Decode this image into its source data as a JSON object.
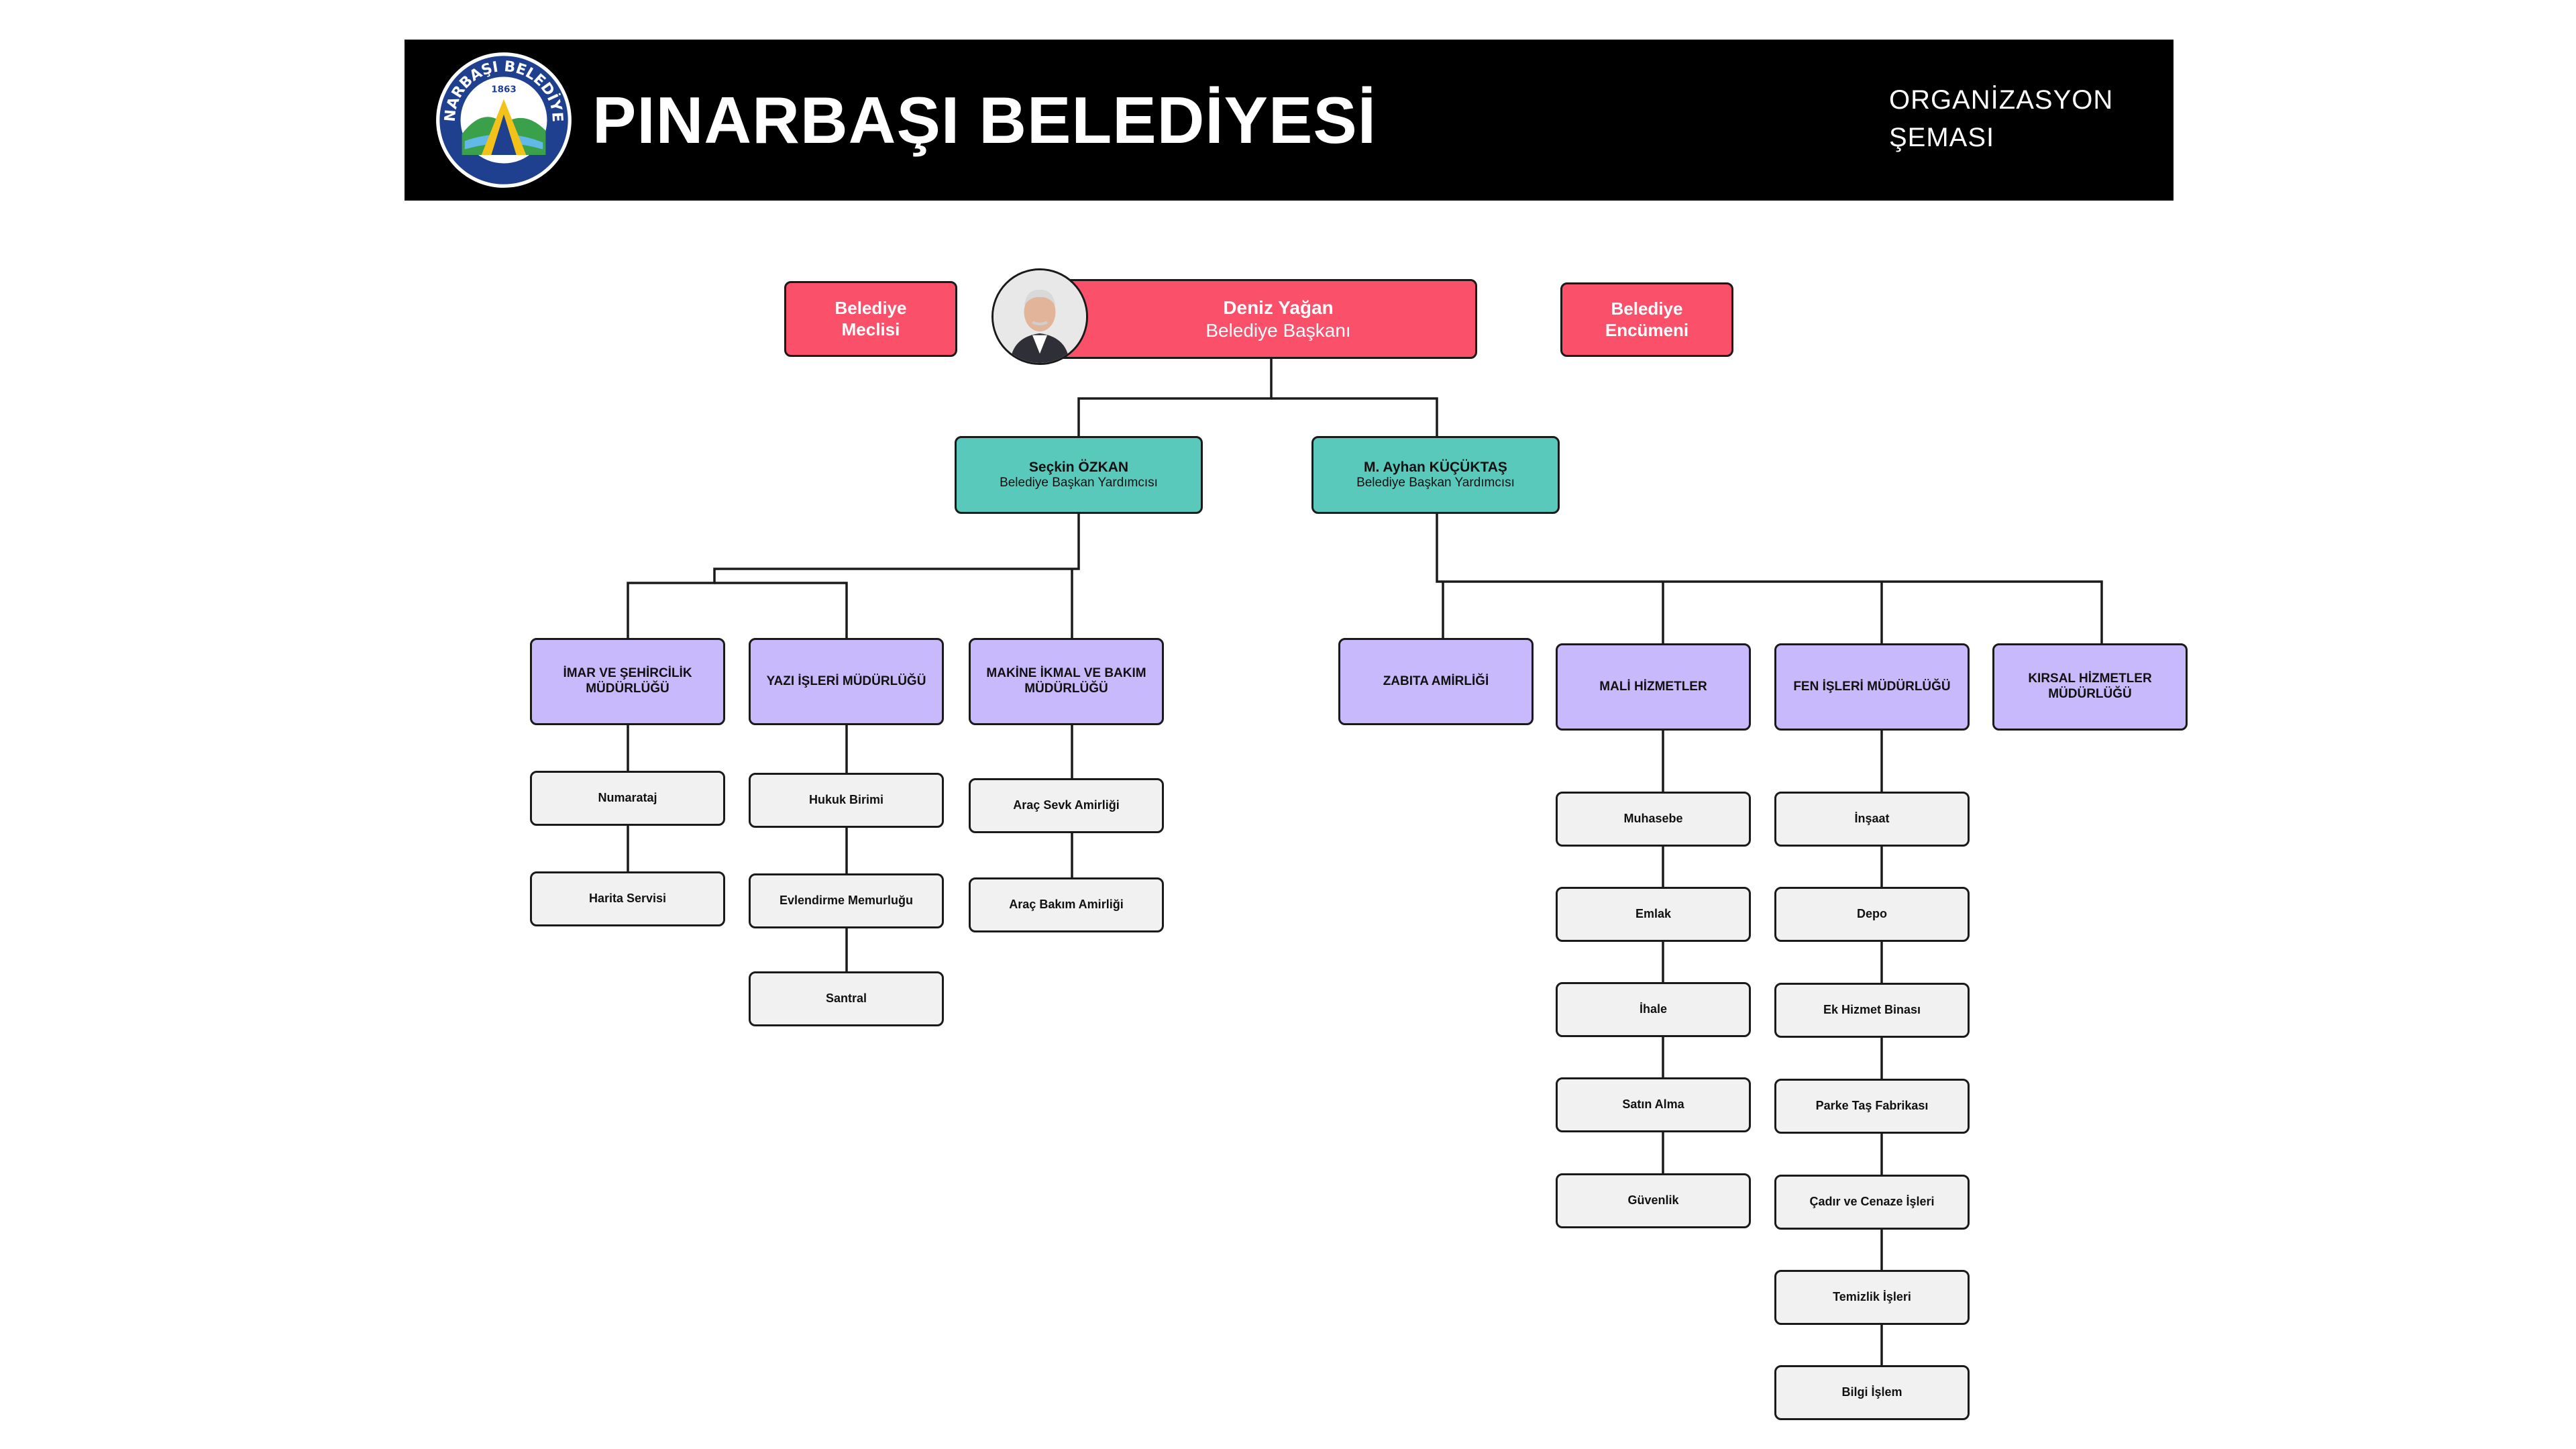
{
  "header": {
    "logo_text": "PINARBAŞI BELEDİYESİ",
    "logo_year": "1863",
    "title": "PINARBAŞI BELEDİYESİ",
    "chart_title_line1": "ORGANİZASYON",
    "chart_title_line2": "ŞEMASI"
  },
  "colors": {
    "header_bg": "#000000",
    "mayor_red": "#fb5069",
    "deputy_teal": "#59c9bc",
    "directorate_purple": "#c8b8fc",
    "unit_grey": "#f1f1f1"
  },
  "council": {
    "line1": "Belediye",
    "line2": "Meclisi"
  },
  "committee": {
    "line1": "Belediye",
    "line2": "Encümeni"
  },
  "mayor": {
    "name": "Deniz Yağan",
    "role": "Belediye Başkanı"
  },
  "deputies": [
    {
      "name": "Seçkin ÖZKAN",
      "role": "Belediye Başkan Yardımcısı"
    },
    {
      "name": "M. Ayhan KÜÇÜKTAŞ",
      "role": "Belediye Başkan Yardımcısı"
    }
  ],
  "directorates": [
    {
      "label": "İMAR VE ŞEHİRCİLİK MÜDÜRLÜĞÜ",
      "units": [
        "Numarataj",
        "Harita Servisi"
      ]
    },
    {
      "label": "YAZI İŞLERİ MÜDÜRLÜĞÜ",
      "units": [
        "Hukuk Birimi",
        "Evlendirme Memurluğu",
        "Santral"
      ]
    },
    {
      "label": "MAKİNE İKMAL VE BAKIM MÜDÜRLÜĞÜ",
      "units": [
        "Araç Sevk Amirliği",
        "Araç Bakım Amirliği"
      ]
    },
    {
      "label": "ZABITA AMİRLİĞİ",
      "units": []
    },
    {
      "label": "MALİ HİZMETLER",
      "units": [
        "Muhasebe",
        "Emlak",
        "İhale",
        "Satın Alma",
        "Güvenlik"
      ]
    },
    {
      "label": "FEN İŞLERİ MÜDÜRLÜĞÜ",
      "units": [
        "İnşaat",
        "Depo",
        "Ek Hizmet Binası",
        "Parke Taş Fabrikası",
        "Çadır ve Cenaze İşleri",
        "Temizlik İşleri",
        "Bilgi İşlem"
      ]
    },
    {
      "label": "KIRSAL HİZMETLER MÜDÜRLÜĞÜ",
      "units": []
    }
  ]
}
